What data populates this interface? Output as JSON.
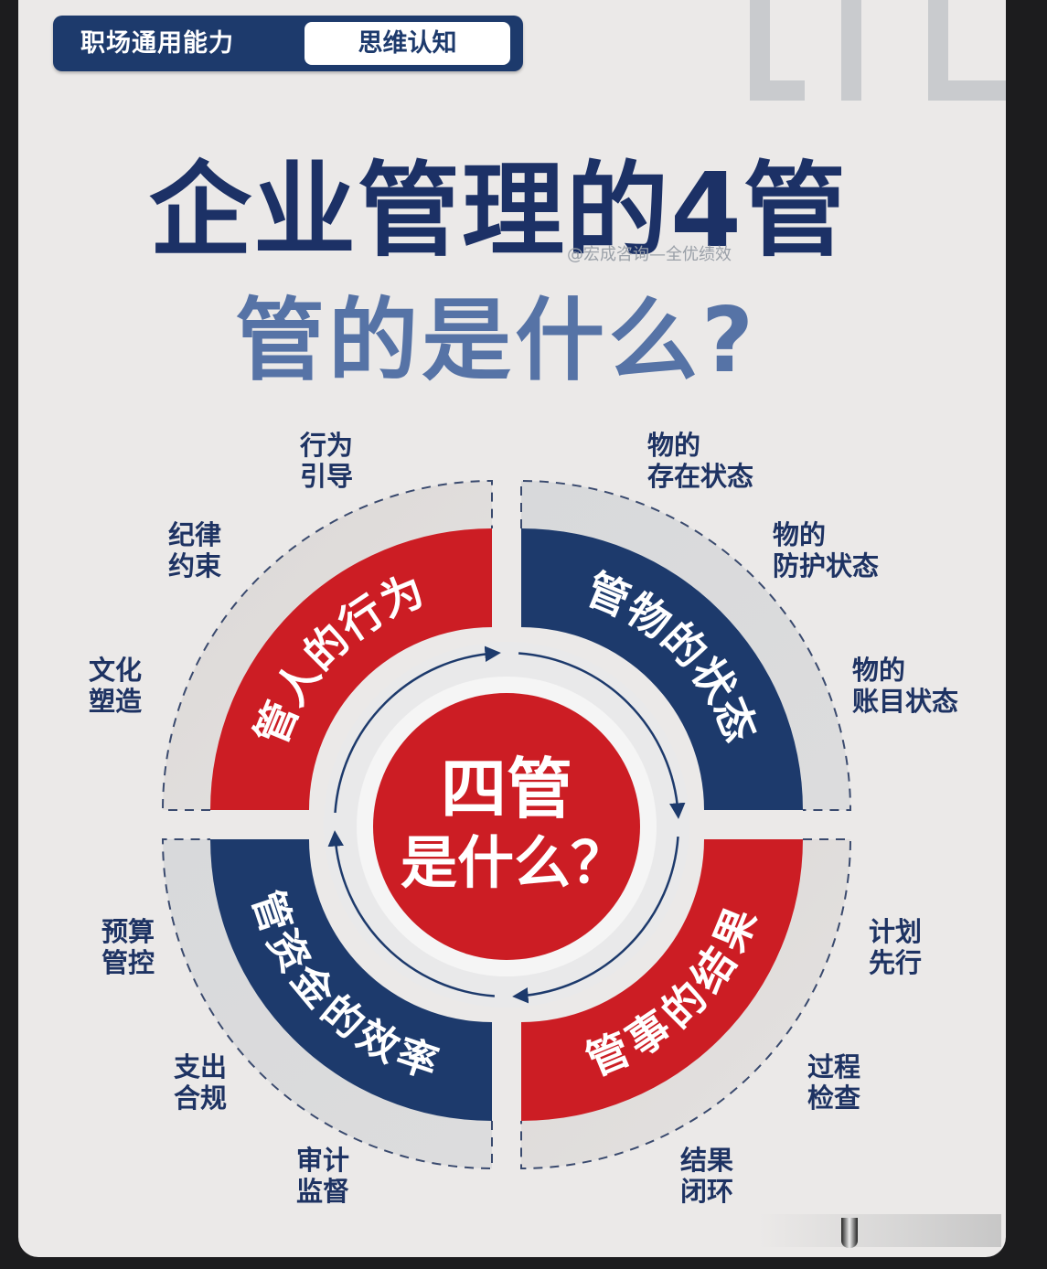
{
  "header": {
    "category_label": "职场通用能力",
    "active_tab": "思维认知"
  },
  "title": {
    "main": "企业管理的4管",
    "sub": "管的是什么?",
    "credit": "@宏成咨询—全优绩效"
  },
  "center": {
    "line1": "四管",
    "line2": "是什么？"
  },
  "quadrants": [
    {
      "title": "管人的行为",
      "color": "#cc1d24",
      "items": [
        [
          "文化",
          "塑造"
        ],
        [
          "纪律",
          "约束"
        ],
        [
          "行为",
          "引导"
        ]
      ]
    },
    {
      "title": "管物的状态",
      "color": "#1d3a6c",
      "items": [
        [
          "物的",
          "存在状态"
        ],
        [
          "物的",
          "防护状态"
        ],
        [
          "物的",
          "账目状态"
        ]
      ]
    },
    {
      "title": "管事的结果",
      "color": "#cc1d24",
      "items": [
        [
          "计划",
          "先行"
        ],
        [
          "过程",
          "检查"
        ],
        [
          "结果",
          "闭环"
        ]
      ]
    },
    {
      "title": "管资金的效率",
      "color": "#1d3a6c",
      "items": [
        [
          "审计",
          "监督"
        ],
        [
          "支出",
          "合规"
        ],
        [
          "预算",
          "管控"
        ]
      ]
    }
  ],
  "colors": {
    "red": "#cc1d24",
    "navy": "#1d3a6c",
    "background": "#ebe9e8"
  }
}
